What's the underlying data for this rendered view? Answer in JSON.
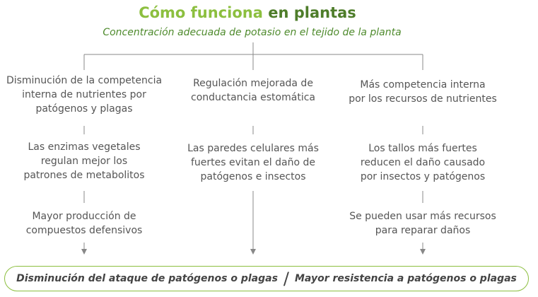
{
  "header": {
    "title_part1": "Cómo funciona",
    "title_part2": "en plantas",
    "subtitle": "Concentración adecuada de potasio en el tejido de la planta"
  },
  "columns": [
    {
      "steps": [
        [
          "Disminución de la competencia",
          "interna de nutrientes por",
          "patógenos y plagas"
        ],
        [
          "Las enzimas vegetales",
          "regulan mejor los",
          "patrones de metabolitos"
        ],
        [
          "Mayor producción de",
          "compuestos defensivos"
        ]
      ]
    },
    {
      "steps": [
        [
          "Regulación mejorada de",
          "conductancia estomática"
        ],
        [
          "Las paredes celulares más",
          "fuertes evitan el daño de",
          "patógenos e insectos"
        ]
      ]
    },
    {
      "steps": [
        [
          "Más competencia interna",
          "por los recursos de nutrientes"
        ],
        [
          "Los tallos más fuertes",
          "reducen el daño causado",
          "por insectos y patógenos"
        ],
        [
          "Se pueden usar más recursos",
          "para reparar daños"
        ]
      ]
    }
  ],
  "outcome": {
    "left": "Disminución del ataque de patógenos o plagas",
    "separator": "/",
    "right": "Mayor resistencia a patógenos o plagas"
  },
  "colors": {
    "title_light_green": "#8cbf3f",
    "title_dark_green": "#4e7d2a",
    "subtitle_green": "#4e8a2c",
    "connector_gray": "#888888",
    "outcome_border": "#8cbf3f",
    "text_gray": "#555555"
  }
}
